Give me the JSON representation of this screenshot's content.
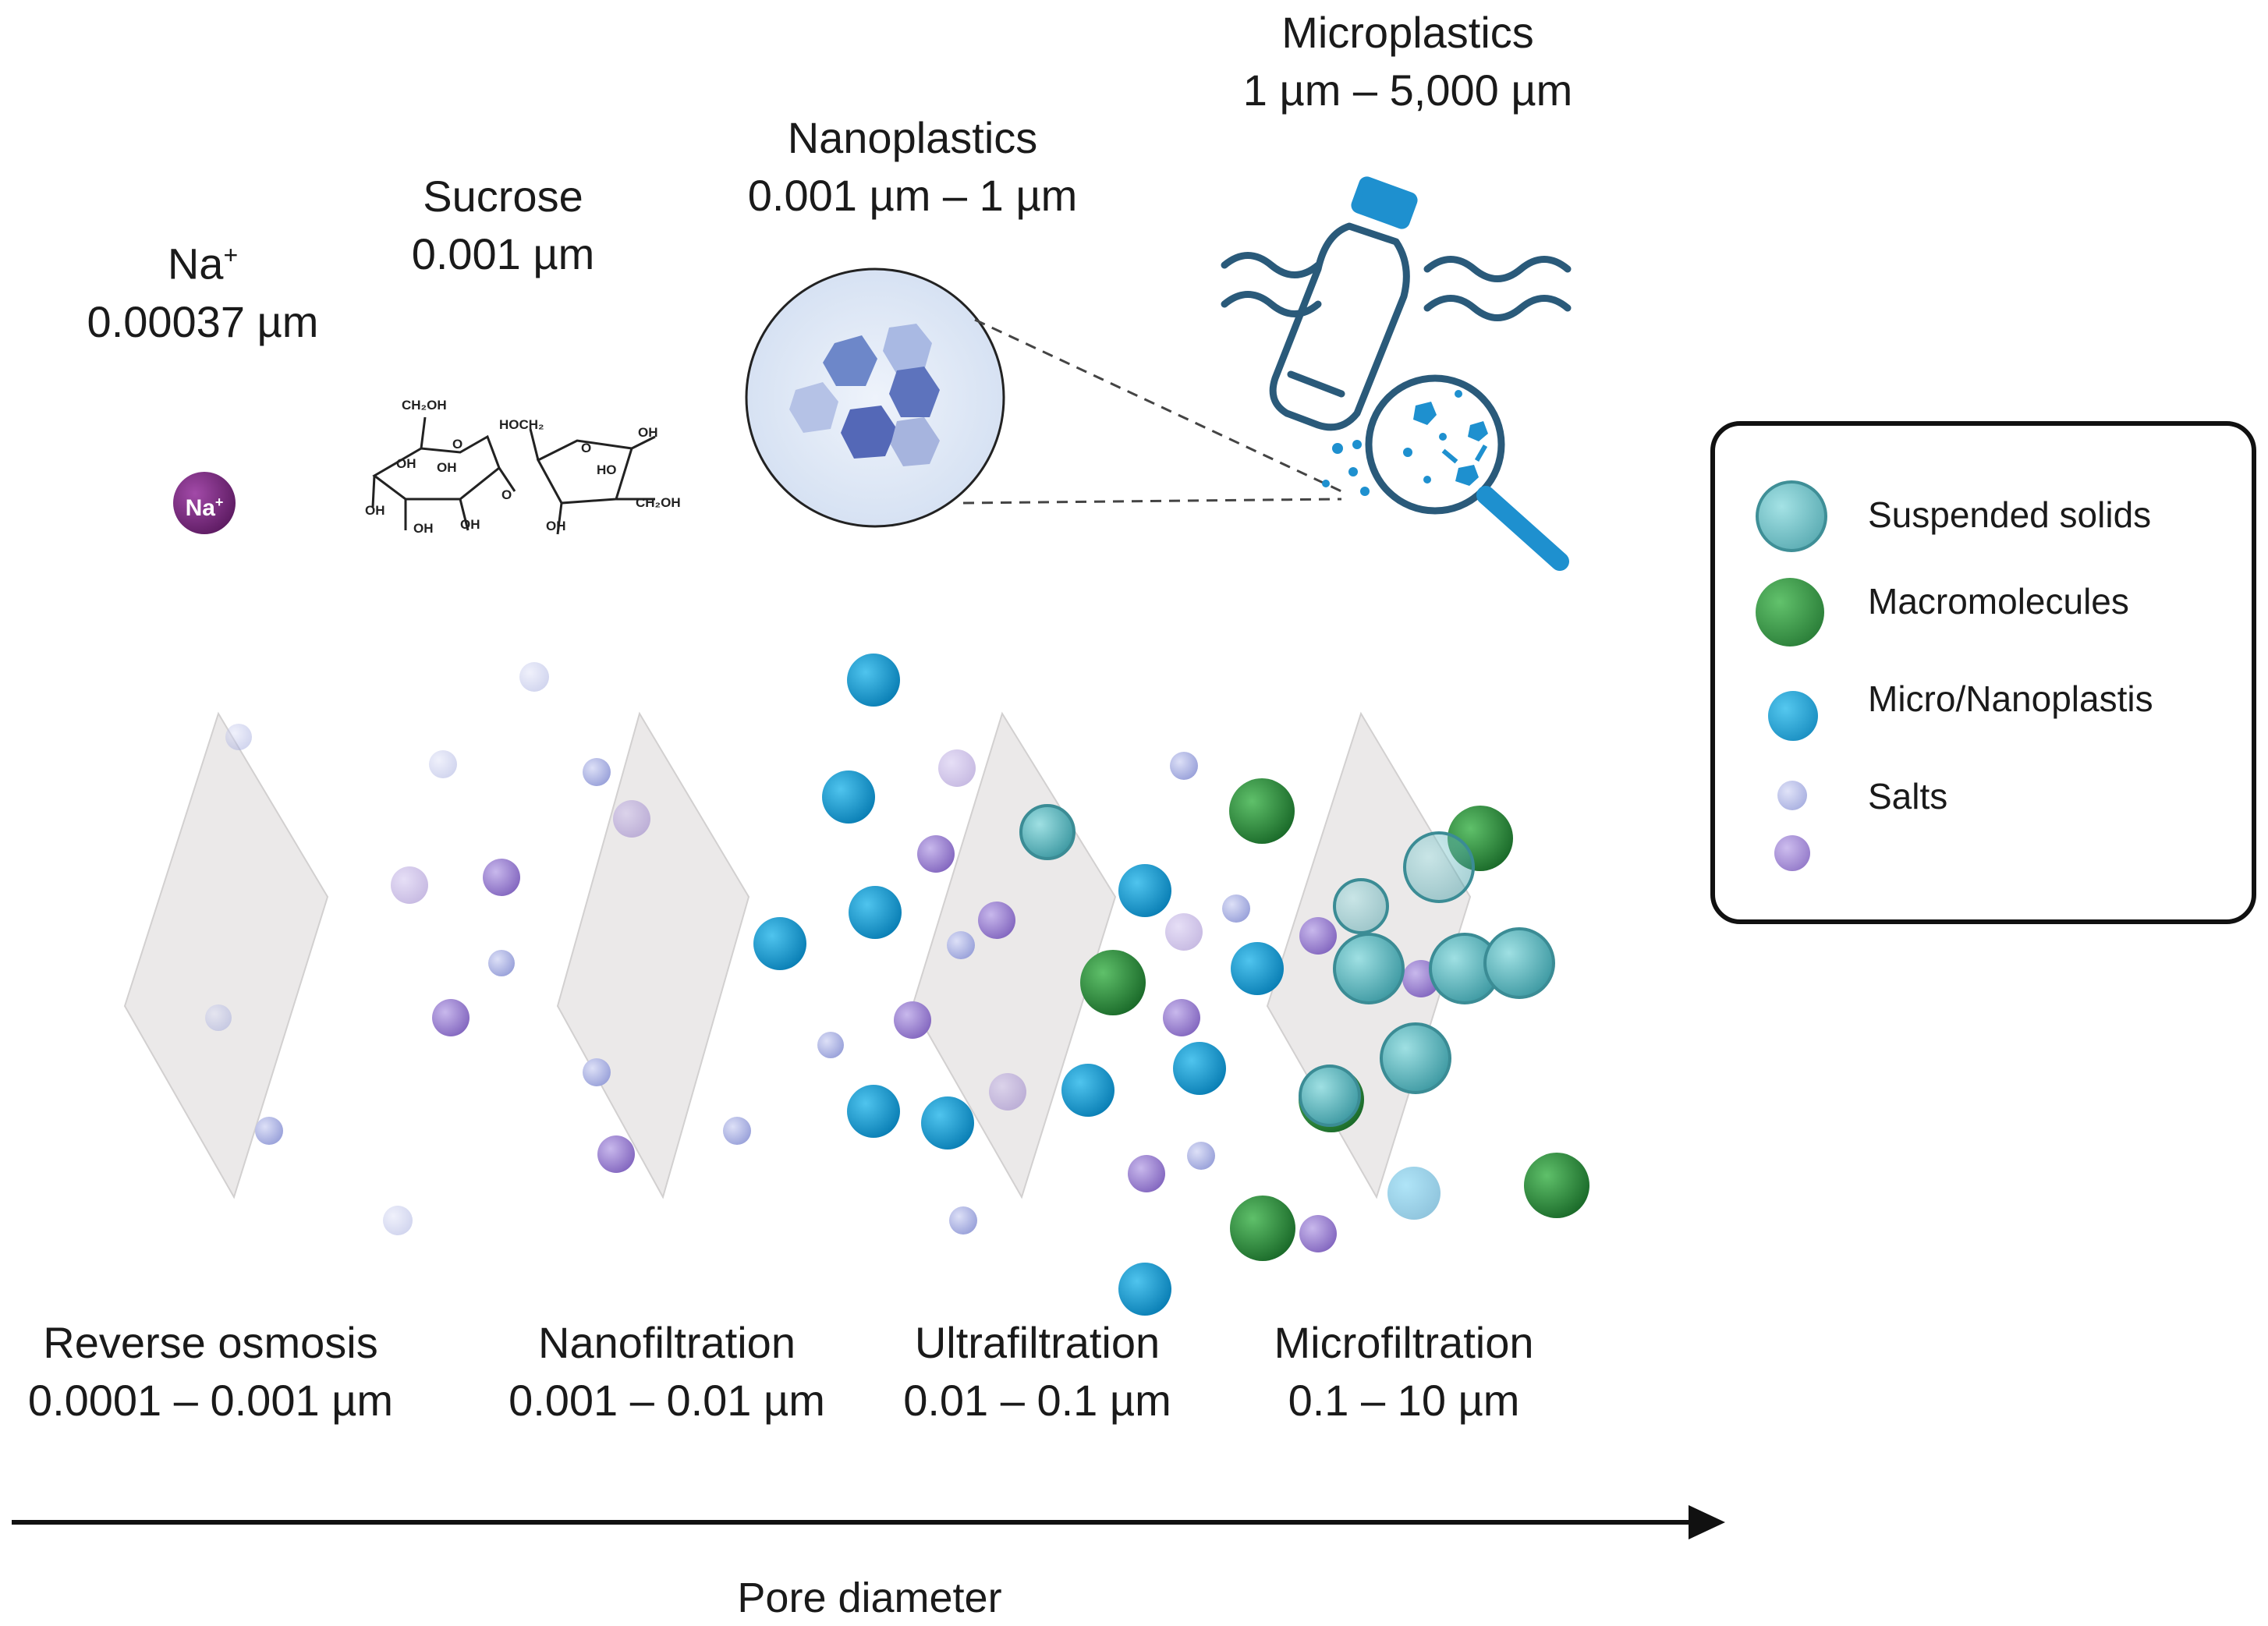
{
  "top_labels": {
    "na": {
      "name": "Na",
      "sup": "+",
      "size": "0.00037 µm"
    },
    "sucrose": {
      "name": "Sucrose",
      "size": "0.001 µm"
    },
    "nanoplastics": {
      "name": "Nanoplastics",
      "size": "0.001 µm – 1 µm"
    },
    "microplastics": {
      "name": "Microplastics",
      "size": "1 µm – 5,000 µm"
    }
  },
  "na_badge": {
    "text": "Na",
    "sup": "+"
  },
  "sucrose_structure": {
    "labels": [
      "CH₂OH",
      "OH",
      "OH",
      "OH",
      "OH",
      "O",
      "O",
      "HOCH₂",
      "O",
      "HO",
      "OH",
      "CH₂OH",
      "OH",
      "OH"
    ]
  },
  "processes": [
    {
      "name": "Reverse osmosis",
      "range": "0.0001 – 0.001 µm"
    },
    {
      "name": "Nanofiltration",
      "range": "0.001 – 0.01 µm"
    },
    {
      "name": "Ultrafiltration",
      "range": "0.01 – 0.1 µm"
    },
    {
      "name": "Microfiltration",
      "range": "0.1 – 10 µm"
    }
  ],
  "axis": {
    "label": "Pore diameter"
  },
  "legend": {
    "items": [
      {
        "label": "Suspended solids",
        "color": "#6cc3c9"
      },
      {
        "label": "Macromolecules",
        "color": "#2e8b3e"
      },
      {
        "label": "Micro/Nanoplastis",
        "color": "#1ea2d6"
      },
      {
        "label": "Salts",
        "color": "#b9bfe8",
        "color2": "#a78fd3"
      }
    ]
  },
  "colors": {
    "suspended": "#6cc3c9",
    "macro": "#2e8b3e",
    "plastic": "#1ea2d6",
    "salt_blue": "#b9bfe8",
    "salt_purple": "#a78fd3",
    "na": "#7b2a80",
    "membrane": "#e9e7e7",
    "icon": "#2a5a7a"
  }
}
